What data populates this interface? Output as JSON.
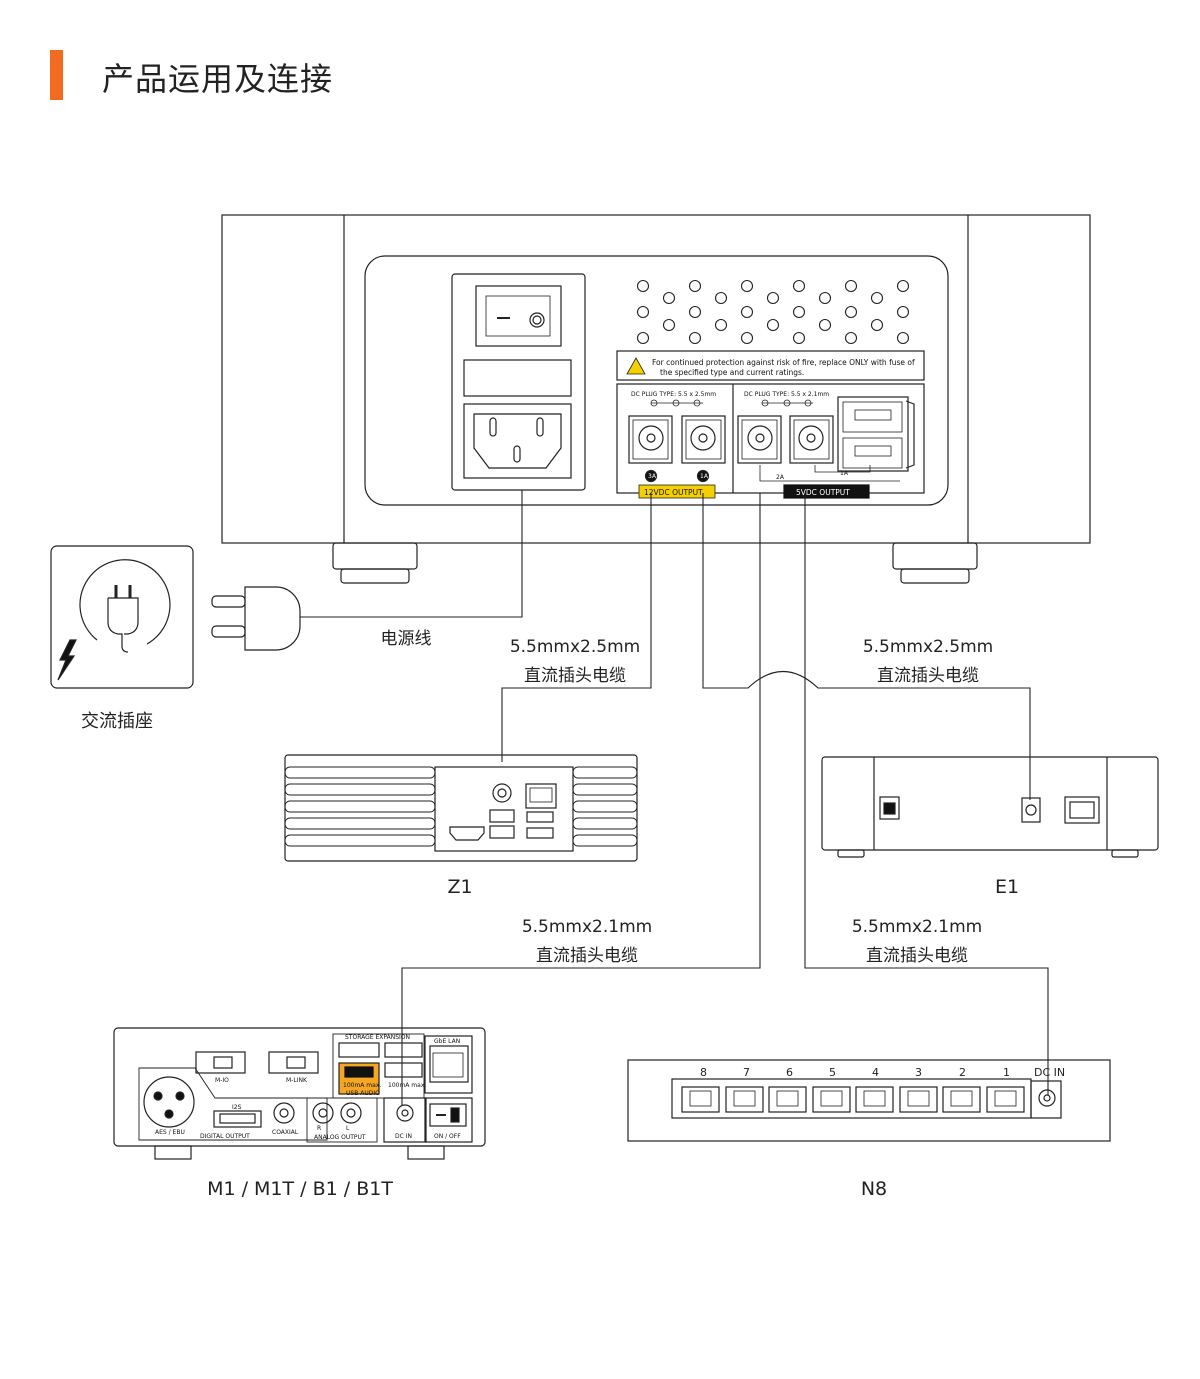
{
  "page": {
    "title": "产品运用及连接",
    "accent_color": "#f36b21"
  },
  "psu": {
    "warning_line1": "For continued protection against risk of fire, replace ONLY with fuse of",
    "warning_line2": "the specified type and current ratings.",
    "dc_plug_12v": "DC  PLUG TYPE: 5.5 x 2.5mm",
    "dc_plug_5v": "DC  PLUG TYPE: 5.5 x 2.1mm",
    "out_12v_label": "12VDC OUTPUT",
    "out_5v_label": "5VDC OUTPUT",
    "amp_3a": "3A",
    "amp_1a": "1A",
    "amp_2a": "2A",
    "amp_1a_usb": "1A",
    "label_12v_color": "#f5d000"
  },
  "labels": {
    "power_cord": "电源线",
    "ac_outlet": "交流插座",
    "cable_a_size": "5.5mmx2.5mm",
    "cable_a_type": "直流插头电缆",
    "cable_b_size": "5.5mmx2.5mm",
    "cable_b_type": "直流插头电缆",
    "cable_c_size": "5.5mmx2.1mm",
    "cable_c_type": "直流插头电缆",
    "cable_d_size": "5.5mmx2.1mm",
    "cable_d_type": "直流插头电缆"
  },
  "devices": {
    "z1": "Z1",
    "e1": "E1",
    "m1": "M1 / M1T / B1 / B1T",
    "n8": "N8"
  },
  "m1_panel": {
    "storage_expansion": "STORAGE EXPANSION",
    "gbe_lan": "GbE LAN",
    "m_io": "M-IO",
    "m_link": "M-LINK",
    "usb_100ma_a": "100mA max.",
    "usb_100ma_b": "100mA max.",
    "usb_audio": "USB AUDIO",
    "aes_ebu": "AES / EBU",
    "i2s": "I2S",
    "digital_output": "DIGITAL OUTPUT",
    "coaxial": "COAXIAL",
    "analog_output": "ANALOG OUTPUT",
    "r": "R",
    "l": "L",
    "dc_in": "DC IN",
    "on_off": "ON / OFF",
    "usb_audio_color": "#f5a623"
  },
  "n8_panel": {
    "ports": [
      "8",
      "7",
      "6",
      "5",
      "4",
      "3",
      "2",
      "1"
    ],
    "dc_in": "DC IN"
  }
}
